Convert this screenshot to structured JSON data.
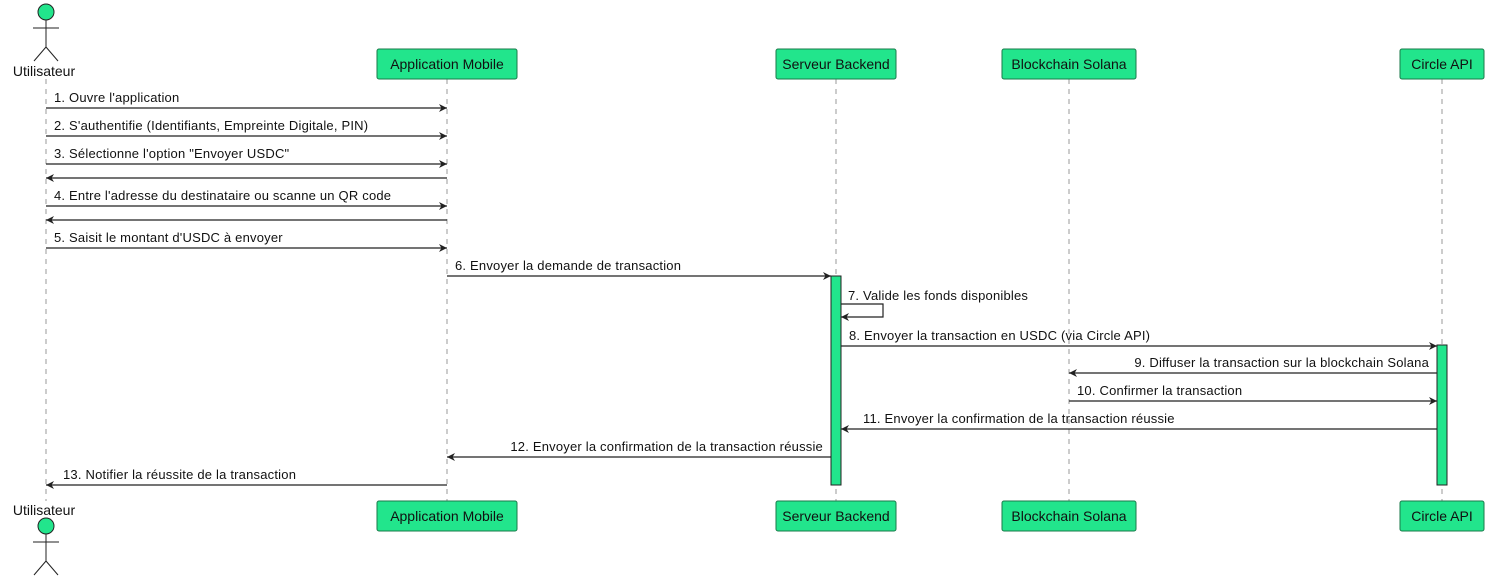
{
  "colors": {
    "participant_fill": "#22e58c",
    "participant_border": "#1a7a4a",
    "activation_fill": "#22e58c",
    "line": "#222222",
    "lifeline": "#999999"
  },
  "actor": {
    "name": "Utilisateur",
    "icon": "stick-figure-icon"
  },
  "participants": [
    {
      "id": "app",
      "label": "Application Mobile"
    },
    {
      "id": "backend",
      "label": "Serveur Backend"
    },
    {
      "id": "solana",
      "label": "Blockchain Solana"
    },
    {
      "id": "circle",
      "label": "Circle API"
    }
  ],
  "messages": [
    {
      "from": "user",
      "to": "app",
      "text": "1. Ouvre l'application"
    },
    {
      "from": "user",
      "to": "app",
      "text": "2. S'authentifie (Identifiants, Empreinte Digitale, PIN)"
    },
    {
      "from": "user",
      "to": "app",
      "text": "3. Sélectionne l'option \"Envoyer USDC\""
    },
    {
      "from": "app",
      "to": "user",
      "text": ""
    },
    {
      "from": "user",
      "to": "app",
      "text": "4. Entre l'adresse du destinataire ou scanne un QR code"
    },
    {
      "from": "app",
      "to": "user",
      "text": ""
    },
    {
      "from": "user",
      "to": "app",
      "text": "5. Saisit le montant d'USDC à envoyer"
    },
    {
      "from": "app",
      "to": "backend",
      "text": "6. Envoyer la demande de transaction"
    },
    {
      "from": "backend",
      "to": "backend",
      "text": "7. Valide les fonds disponibles"
    },
    {
      "from": "backend",
      "to": "circle",
      "text": "8. Envoyer la transaction en USDC (via Circle API)"
    },
    {
      "from": "circle",
      "to": "solana",
      "text": "9. Diffuser la transaction sur la blockchain Solana"
    },
    {
      "from": "solana",
      "to": "circle",
      "text": "10. Confirmer la transaction"
    },
    {
      "from": "circle",
      "to": "backend",
      "text": "11. Envoyer la confirmation de la transaction réussie"
    },
    {
      "from": "backend",
      "to": "app",
      "text": "12. Envoyer la confirmation de la transaction réussie"
    },
    {
      "from": "app",
      "to": "user",
      "text": "13. Notifier la réussite de la transaction"
    }
  ]
}
